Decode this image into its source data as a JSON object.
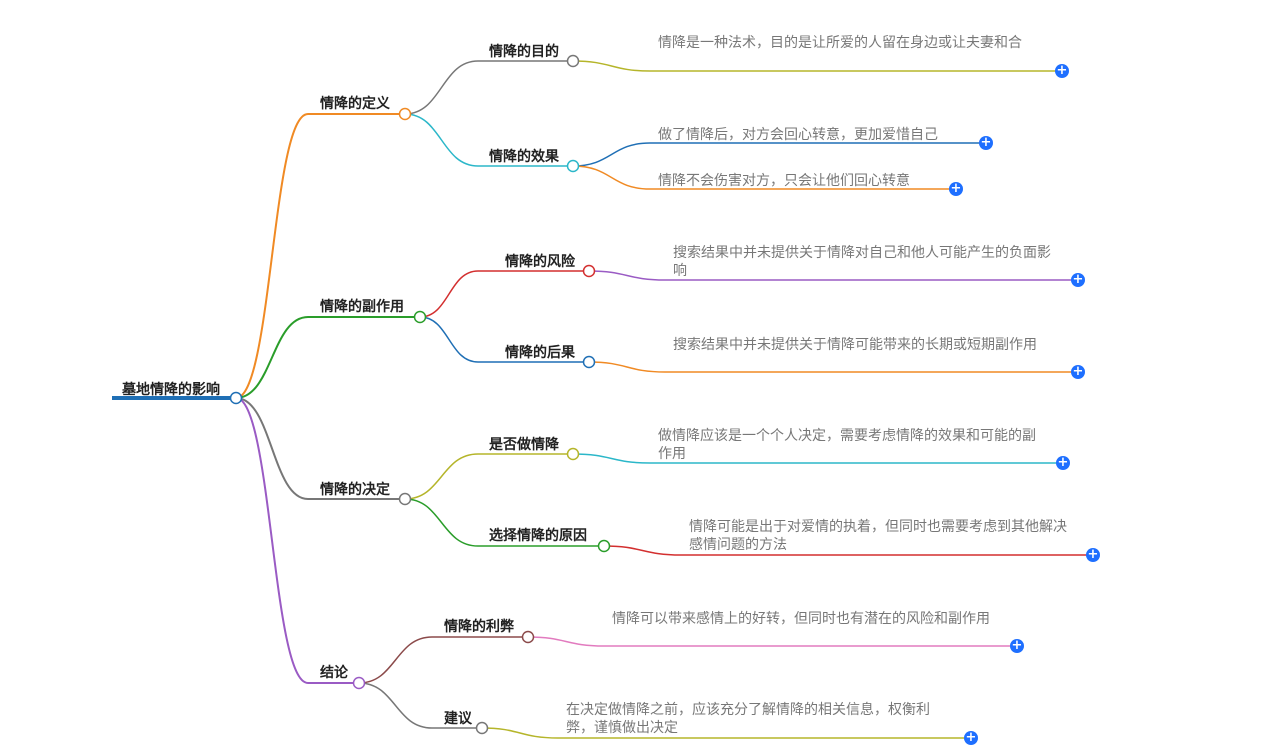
{
  "root": {
    "label": "墓地情降的影响",
    "color": "#1f6fb5"
  },
  "branches": [
    {
      "label": "情降的定义",
      "color": "#f08a24",
      "children": [
        {
          "label": "情降的目的",
          "color": "#777777",
          "leaves": [
            {
              "text": "情降是一种法术，目的是让所爱的人留在身边或让夫妻和合",
              "color": "#b5b52a"
            }
          ]
        },
        {
          "label": "情降的效果",
          "color": "#2bb7c9",
          "leaves": [
            {
              "text": "做了情降后，对方会回心转意，更加爱惜自己",
              "color": "#1f6fb5"
            },
            {
              "text": "情降不会伤害对方，只会让他们回心转意",
              "color": "#f08a24"
            }
          ]
        }
      ]
    },
    {
      "label": "情降的副作用",
      "color": "#2a9d2a",
      "children": [
        {
          "label": "情降的风险",
          "color": "#d32f2f",
          "leaves": [
            {
              "text": "搜索结果中并未提供关于情降对自己和他人可能产生的负面影响",
              "color": "#9a5bc4"
            }
          ]
        },
        {
          "label": "情降的后果",
          "color": "#1f6fb5",
          "leaves": [
            {
              "text": "搜索结果中并未提供关于情降可能带来的长期或短期副作用",
              "color": "#f08a24"
            }
          ]
        }
      ]
    },
    {
      "label": "情降的决定",
      "color": "#777777",
      "children": [
        {
          "label": "是否做情降",
          "color": "#b5b52a",
          "leaves": [
            {
              "text": "做情降应该是一个个人决定，需要考虑情降的效果和可能的副作用",
              "color": "#2bb7c9"
            }
          ]
        },
        {
          "label": "选择情降的原因",
          "color": "#2a9d2a",
          "leaves": [
            {
              "text": "情降可能是出于对爱情的执着，但同时也需要考虑到其他解决感情问题的方法",
              "color": "#d32f2f"
            }
          ]
        }
      ]
    },
    {
      "label": "结论",
      "color": "#9a5bc4",
      "children": [
        {
          "label": "情降的利弊",
          "color": "#8b4a4a",
          "leaves": [
            {
              "text": "情降可以带来感情上的好转，但同时也有潜在的风险和副作用",
              "color": "#e27bbf"
            }
          ]
        },
        {
          "label": "建议",
          "color": "#777777",
          "leaves": [
            {
              "text": "在决定做情降之前，应该充分了解情降的相关信息，权衡利弊，谨慎做出决定",
              "color": "#b5b52a"
            }
          ]
        }
      ]
    }
  ],
  "expand_icon": "plus-icon",
  "expand_symbol": "+"
}
